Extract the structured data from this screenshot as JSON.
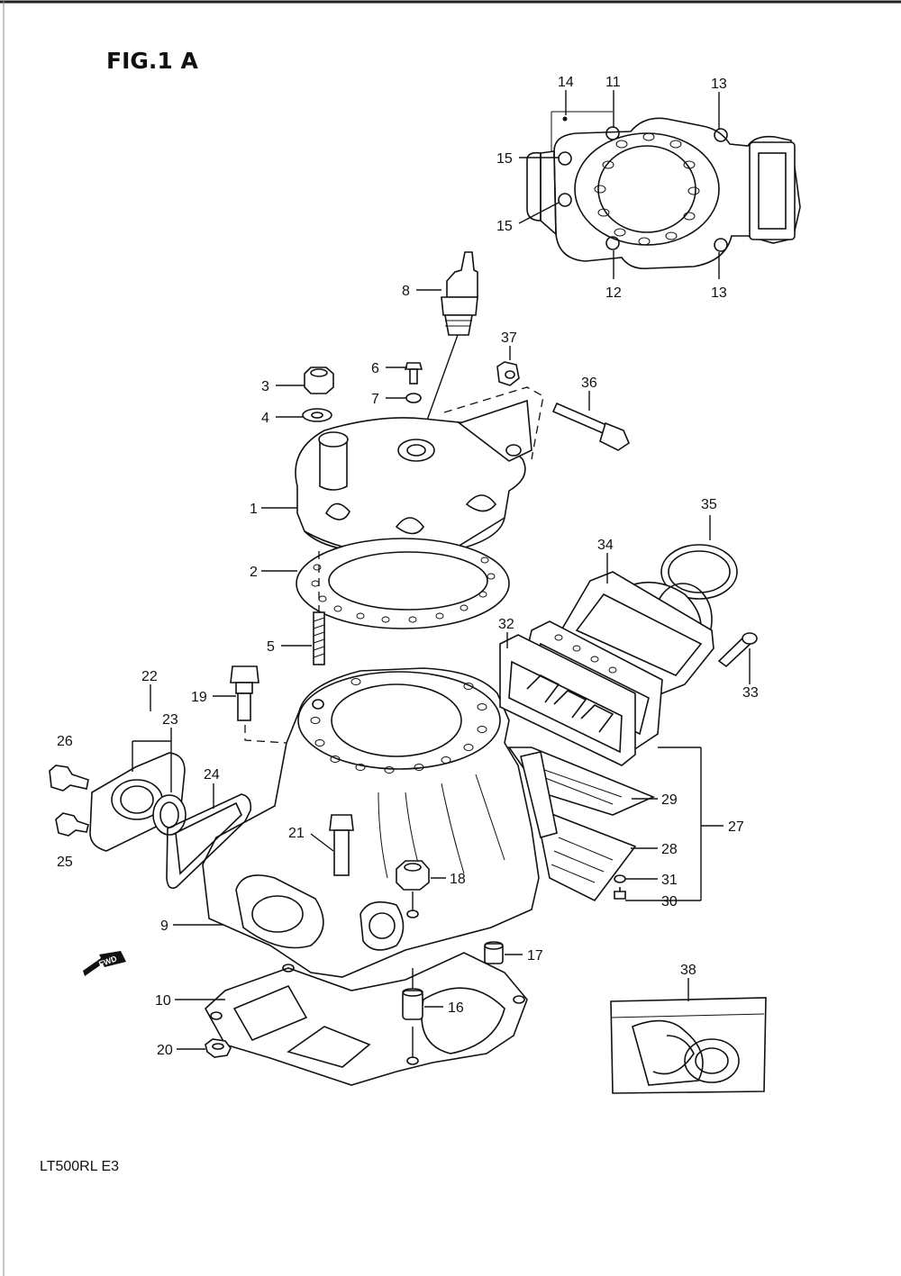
{
  "figure": {
    "title": "FIG.1 A",
    "model": "LT500RL  E3"
  },
  "callouts": [
    "1",
    "2",
    "3",
    "4",
    "5",
    "6",
    "7",
    "8",
    "9",
    "10",
    "11",
    "12",
    "13",
    "13",
    "14",
    "15",
    "15",
    "16",
    "17",
    "18",
    "19",
    "20",
    "21",
    "22",
    "23",
    "24",
    "25",
    "26",
    "27",
    "28",
    "29",
    "30",
    "31",
    "32",
    "33",
    "34",
    "35",
    "36",
    "37",
    "38"
  ],
  "icons": {
    "forward_arrow": "FWD"
  }
}
